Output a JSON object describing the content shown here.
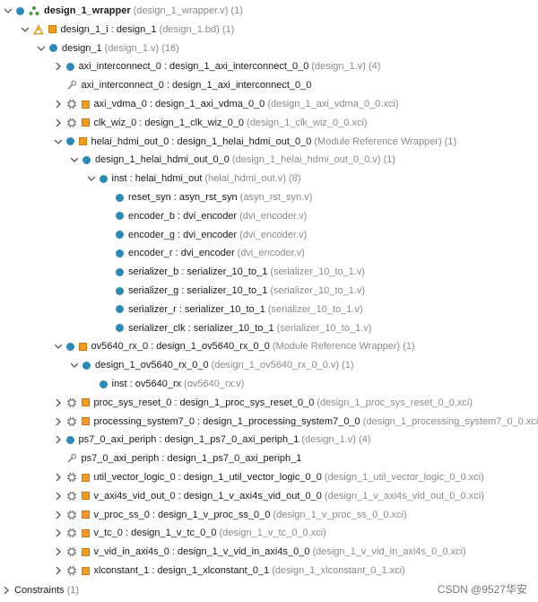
{
  "tree": [
    {
      "level": 0,
      "expanded": true,
      "icons": [
        "dot",
        "share"
      ],
      "name": "design_1_wrapper",
      "bold": true,
      "meta": "(design_1_wrapper.v) (1)"
    },
    {
      "level": 1,
      "expanded": true,
      "icons": [
        "warn",
        "sq"
      ],
      "name": "design_1_i : design_1",
      "meta": "(design_1.bd) (1)"
    },
    {
      "level": 2,
      "expanded": true,
      "icons": [
        "dot"
      ],
      "name": "design_1",
      "meta": "(design_1.v) (16)"
    },
    {
      "level": 3,
      "expanded": false,
      "icons": [
        "dot"
      ],
      "name": "axi_interconnect_0 : design_1_axi_interconnect_0_0",
      "meta": "(design_1.v) (4)"
    },
    {
      "level": 3,
      "leaf": true,
      "icons": [
        "wrench"
      ],
      "name": "axi_interconnect_0 : design_1_axi_interconnect_0_0",
      "meta": ""
    },
    {
      "level": 3,
      "expanded": false,
      "icons": [
        "chip",
        "sq"
      ],
      "name": "axi_vdma_0 : design_1_axi_vdma_0_0",
      "meta": "(design_1_axi_vdma_0_0.xci)"
    },
    {
      "level": 3,
      "expanded": false,
      "icons": [
        "chip",
        "sq"
      ],
      "name": "clk_wiz_0 : design_1_clk_wiz_0_0",
      "meta": "(design_1_clk_wiz_0_0.xci)"
    },
    {
      "level": 3,
      "expanded": true,
      "icons": [
        "dot",
        "sq"
      ],
      "name": "helai_hdmi_out_0 : design_1_helai_hdmi_out_0_0",
      "meta": "(Module Reference Wrapper) (1)"
    },
    {
      "level": 4,
      "expanded": true,
      "icons": [
        "dot"
      ],
      "name": "design_1_helai_hdmi_out_0_0",
      "meta": "(design_1_helai_hdmi_out_0_0.v) (1)"
    },
    {
      "level": 5,
      "expanded": true,
      "icons": [
        "dot"
      ],
      "name": "inst : helai_hdmi_out",
      "meta": "(helai_hdmi_out.v) (8)"
    },
    {
      "level": 6,
      "leaf": true,
      "icons": [
        "dot"
      ],
      "name": "reset_syn : asyn_rst_syn",
      "meta": "(asyn_rst_syn.v)"
    },
    {
      "level": 6,
      "leaf": true,
      "icons": [
        "dot"
      ],
      "name": "encoder_b : dvi_encoder",
      "meta": "(dvi_encoder.v)"
    },
    {
      "level": 6,
      "leaf": true,
      "icons": [
        "dot"
      ],
      "name": "encoder_g : dvi_encoder",
      "meta": "(dvi_encoder.v)"
    },
    {
      "level": 6,
      "leaf": true,
      "icons": [
        "dot"
      ],
      "name": "encoder_r : dvi_encoder",
      "meta": "(dvi_encoder.v)"
    },
    {
      "level": 6,
      "leaf": true,
      "icons": [
        "dot"
      ],
      "name": "serializer_b : serializer_10_to_1",
      "meta": "(serializer_10_to_1.v)"
    },
    {
      "level": 6,
      "leaf": true,
      "icons": [
        "dot"
      ],
      "name": "serializer_g : serializer_10_to_1",
      "meta": "(serializer_10_to_1.v)"
    },
    {
      "level": 6,
      "leaf": true,
      "icons": [
        "dot"
      ],
      "name": "serializer_r : serializer_10_to_1",
      "meta": "(serializer_10_to_1.v)"
    },
    {
      "level": 6,
      "leaf": true,
      "icons": [
        "dot"
      ],
      "name": "serializer_clk : serializer_10_to_1",
      "meta": "(serializer_10_to_1.v)"
    },
    {
      "level": 3,
      "expanded": true,
      "icons": [
        "dot",
        "sq"
      ],
      "name": "ov5640_rx_0 : design_1_ov5640_rx_0_0",
      "meta": "(Module Reference Wrapper) (1)"
    },
    {
      "level": 4,
      "expanded": true,
      "icons": [
        "dot"
      ],
      "name": "design_1_ov5640_rx_0_0",
      "meta": "(design_1_ov5640_rx_0_0.v) (1)"
    },
    {
      "level": 5,
      "leaf": true,
      "icons": [
        "dot"
      ],
      "name": "inst : ov5640_rx",
      "meta": "(ov5640_rx.v)"
    },
    {
      "level": 3,
      "expanded": false,
      "icons": [
        "chip",
        "sq"
      ],
      "name": "proc_sys_reset_0 : design_1_proc_sys_reset_0_0",
      "meta": "(design_1_proc_sys_reset_0_0.xci)"
    },
    {
      "level": 3,
      "expanded": false,
      "icons": [
        "chip",
        "sq"
      ],
      "name": "processing_system7_0 : design_1_processing_system7_0_0",
      "meta": "(design_1_processing_system7_0_0.xci)"
    },
    {
      "level": 3,
      "expanded": false,
      "icons": [
        "dot"
      ],
      "name": "ps7_0_axi_periph : design_1_ps7_0_axi_periph_1",
      "meta": "(design_1.v) (4)"
    },
    {
      "level": 3,
      "leaf": true,
      "icons": [
        "wrench"
      ],
      "name": "ps7_0_axi_periph : design_1_ps7_0_axi_periph_1",
      "meta": ""
    },
    {
      "level": 3,
      "expanded": false,
      "icons": [
        "chip",
        "sq"
      ],
      "name": "util_vector_logic_0 : design_1_util_vector_logic_0_0",
      "meta": "(design_1_util_vector_logic_0_0.xci)"
    },
    {
      "level": 3,
      "expanded": false,
      "icons": [
        "chip",
        "sq"
      ],
      "name": "v_axi4s_vid_out_0 : design_1_v_axi4s_vid_out_0_0",
      "meta": "(design_1_v_axi4s_vid_out_0_0.xci)"
    },
    {
      "level": 3,
      "expanded": false,
      "icons": [
        "chip",
        "sq"
      ],
      "name": "v_proc_ss_0 : design_1_v_proc_ss_0_0",
      "meta": "(design_1_v_proc_ss_0_0.xci)"
    },
    {
      "level": 3,
      "expanded": false,
      "icons": [
        "chip",
        "sq"
      ],
      "name": "v_tc_0 : design_1_v_tc_0_0",
      "meta": "(design_1_v_tc_0_0.xci)"
    },
    {
      "level": 3,
      "expanded": false,
      "icons": [
        "chip",
        "sq"
      ],
      "name": "v_vid_in_axi4s_0 : design_1_v_vid_in_axi4s_0_0",
      "meta": "(design_1_v_vid_in_axi4s_0_0.xci)"
    },
    {
      "level": 3,
      "expanded": false,
      "icons": [
        "chip",
        "sq"
      ],
      "name": "xlconstant_1 : design_1_xlconstant_0_1",
      "meta": "(design_1_xlconstant_0_1.xci)"
    }
  ],
  "footer": {
    "label": "Constraints",
    "count": "(1)",
    "expanded": false
  },
  "watermark": "CSDN @9527华安",
  "colors": {
    "module_dot": "#2c8ab2",
    "ip_square": "#f29c25",
    "meta_text": "#8a8a8a"
  }
}
